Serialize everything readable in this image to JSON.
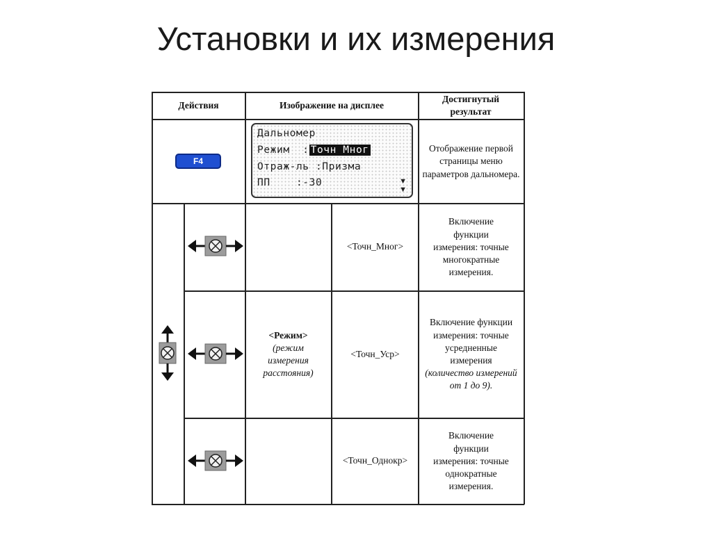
{
  "title": "Установки и их измерения",
  "table": {
    "headers": [
      "Действия",
      "Изображение на дисплее",
      "Достигнутый результат"
    ],
    "row1": {
      "button_label": "F4",
      "lcd_lines": {
        "l1": "Дальномер",
        "l2_label": "Режим  :",
        "l2_value": "Точн Мног",
        "l3": "Отраж-ль :Призма",
        "l4": "ПП    :-30"
      },
      "result": "Отображение первой страницы меню параметров дальномера."
    },
    "mode_cell": {
      "label": "<Режим>",
      "note": "(режим измерения расстояния)"
    },
    "rows": [
      {
        "option": "<Точн_Мног>",
        "result": "Включение функции измерения: точные многократные измерения.",
        "result_note": ""
      },
      {
        "option": "<Точн_Уср>",
        "result": "Включение функции измерения: точные усредненные измерения",
        "result_note": "(количество измерений от 1 до 9)."
      },
      {
        "option": "<Точн_Однокр>",
        "result": "Включение функции измерения: точные однократные измерения.",
        "result_note": ""
      }
    ]
  },
  "icons": {
    "button": "f4-key",
    "lcd_scroll": "scroll-down-icon",
    "nav_vertical": "up-down-navigation-icon",
    "nav_horizontal": "left-right-navigation-icon"
  }
}
